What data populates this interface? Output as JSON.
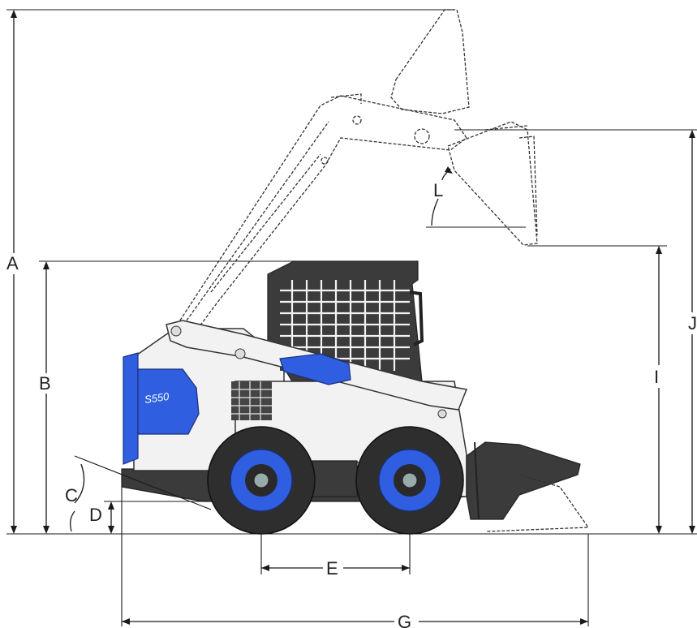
{
  "model_badge": "S550",
  "dimensions": {
    "A": "A",
    "B": "B",
    "C": "C",
    "D": "D",
    "E": "E",
    "G": "G",
    "I": "I",
    "J": "J",
    "L": "L"
  },
  "colors": {
    "accent": "#2f5fe0",
    "body": "#f2f2f2",
    "dark": "#3b3b3b"
  }
}
